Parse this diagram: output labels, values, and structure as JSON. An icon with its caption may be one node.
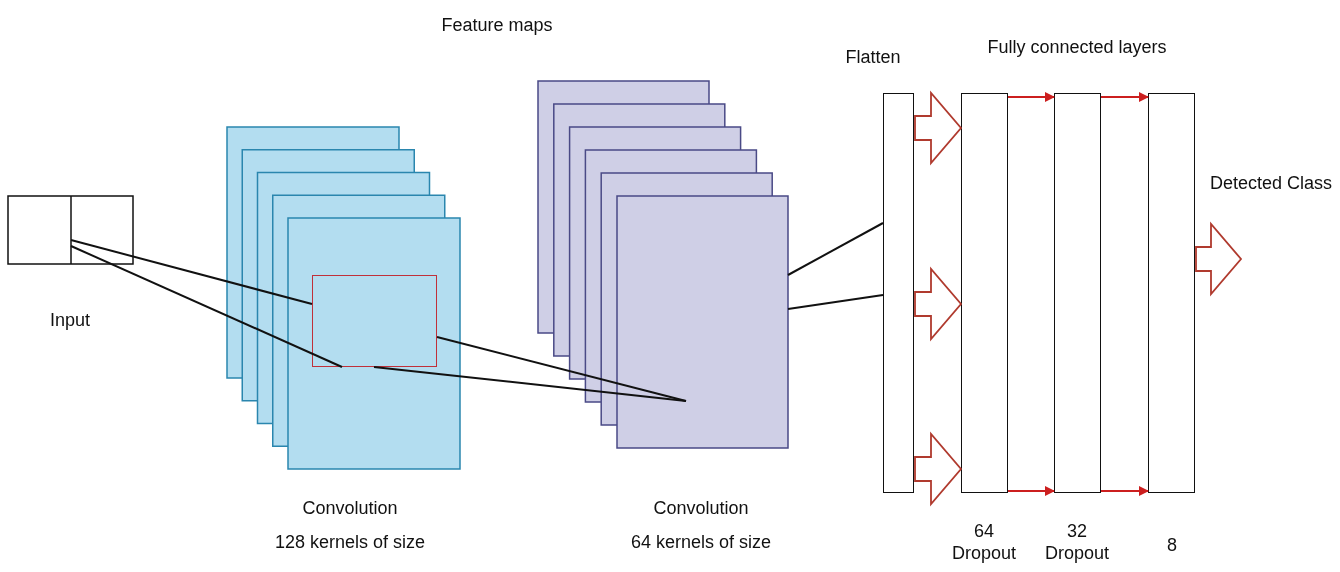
{
  "diagram": {
    "nodes": [
      {
        "text": [
          "Input"
        ]
      },
      {
        "text": [],
        "shape": "box",
        "beside": [
          "Convolution",
          "128 kernels of size"
        ]
      },
      {
        "text": [],
        "shape": "box",
        "in": 1
      },
      {
        "text": [],
        "shape": "box",
        "beside": [
          "Convolution",
          "64 kernels of size"
        ]
      },
      {
        "text": [
          "Flatten"
        ]
      },
      {
        "text": [
          "64",
          "Dropout"
        ]
      },
      {
        "text": [
          "32",
          "Dropout"
        ]
      },
      {
        "text": [
          "8"
        ]
      }
    ],
    "edges": [
      {
        "from": 0,
        "to": 2,
        "arrow": "none"
      },
      {
        "from": 0,
        "to": 2,
        "arrow": "none"
      },
      {
        "from": 2,
        "to": 3,
        "arrow": "none"
      },
      {
        "from": 2,
        "to": 3,
        "arrow": "none"
      },
      {
        "from": 3,
        "to": 4,
        "arrow": "none"
      },
      {
        "from": 3,
        "to": 4,
        "arrow": "none"
      },
      {
        "from": 4,
        "to": 5,
        "arrow": "to",
        "style": "thick",
        "color": "#b03a2e"
      },
      {
        "from": 4,
        "to": 5,
        "arrow": "to",
        "style": "thick",
        "color": "#b03a2e"
      },
      {
        "from": 4,
        "to": 5,
        "arrow": "to",
        "style": "thick",
        "color": "#b03a2e"
      },
      {
        "from": 5,
        "to": 6,
        "arrow": "to",
        "color": "#cc1f1f"
      },
      {
        "from": 5,
        "to": 6,
        "arrow": "to",
        "color": "#cc1f1f"
      },
      {
        "from": 6,
        "to": 7,
        "arrow": "to",
        "color": "#cc1f1f"
      },
      {
        "from": 6,
        "to": 7,
        "arrow": "to",
        "color": "#cc1f1f"
      },
      {
        "from": 7,
        "to": null,
        "arrow": "to",
        "style": "thick",
        "color": "#b03a2e",
        "label": "Detected Class"
      }
    ],
    "labels": [
      "Feature maps",
      "Fully connected layers"
    ]
  }
}
